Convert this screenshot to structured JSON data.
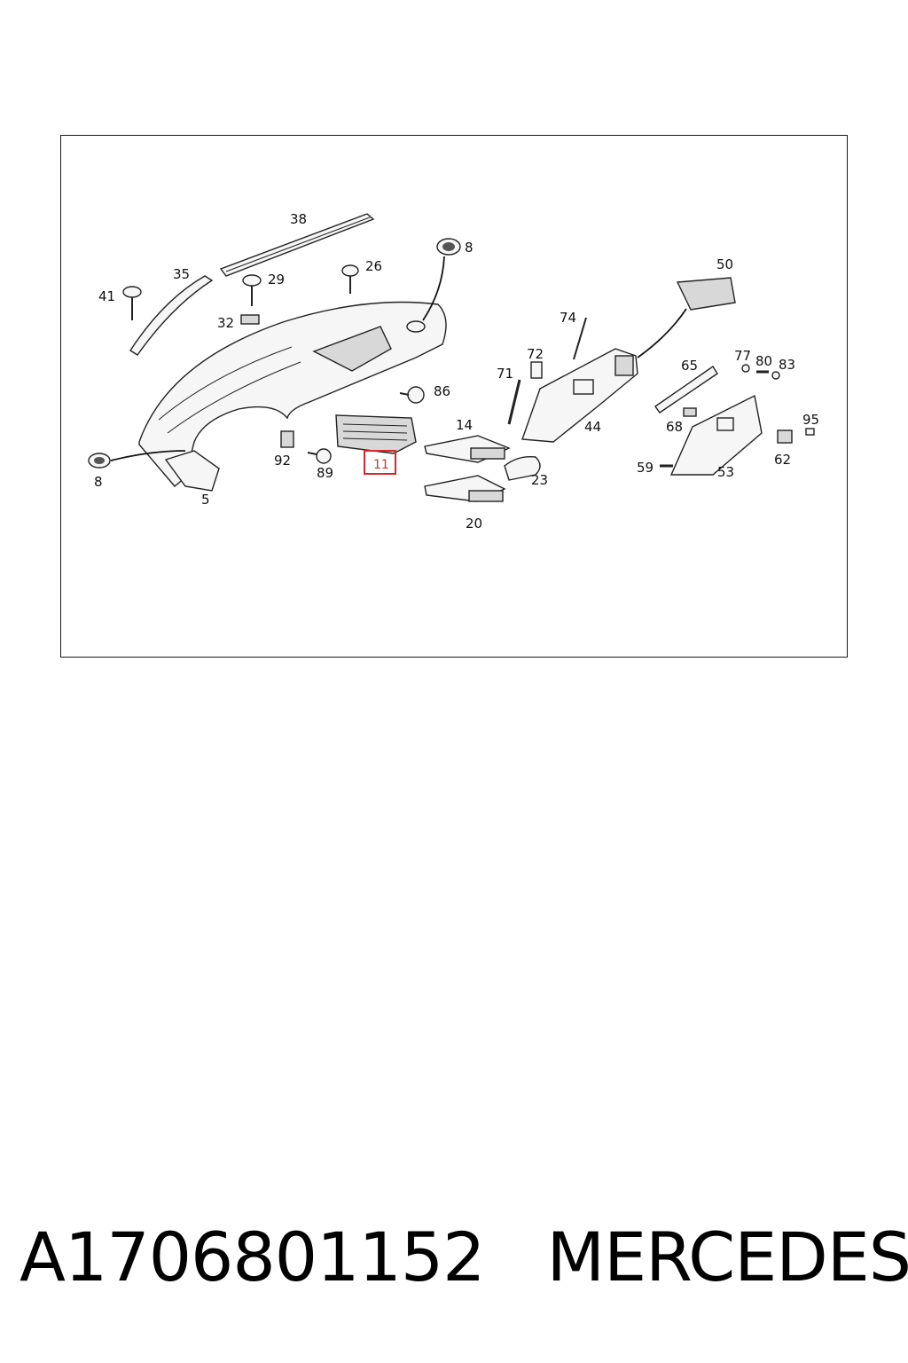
{
  "diagram": {
    "callouts": {
      "c38": "38",
      "c8a": "8",
      "c35": "35",
      "c29": "29",
      "c26": "26",
      "c41": "41",
      "c32": "32",
      "c50": "50",
      "c74": "74",
      "c72": "72",
      "c71": "71",
      "c65": "65",
      "c77": "77",
      "c80": "80",
      "c83": "83",
      "c86": "86",
      "c14": "14",
      "c44": "44",
      "c95": "95",
      "c68": "68",
      "c62": "62",
      "c92": "92",
      "c89": "89",
      "c11": "11",
      "c8b": "8",
      "c23": "23",
      "c59": "59",
      "c53": "53",
      "c5": "5",
      "c20": "20"
    },
    "highlight_color": "#d62828"
  },
  "footer": {
    "part_number": "A1706801152",
    "brand": "MERCEDES"
  }
}
